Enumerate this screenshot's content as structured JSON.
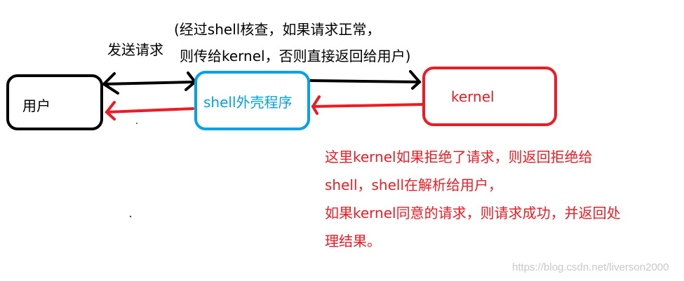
{
  "colors": {
    "black": "#000000",
    "blue": "#00a2e8",
    "red": "#ed1c24",
    "watermark": "#c8c8c8"
  },
  "nodes": {
    "user": {
      "label": "用户"
    },
    "shell": {
      "label": "shell外壳程序"
    },
    "kernel": {
      "label": "kernel"
    }
  },
  "edges": {
    "send_request": {
      "label": "发送请求"
    },
    "shell_check": {
      "line1": "(经过shell核查，如果请求正常，",
      "line2": "则传给kernel，否则直接返回给用户)"
    }
  },
  "annotation": {
    "lines": [
      "这里kernel如果拒绝了请求，则返回拒绝给",
      "shell，shell在解析给用户，",
      "如果kernel同意的请求，则请求成功，并返回处",
      "理结果。"
    ]
  },
  "watermark": "https://blog.csdn.net/liverson2000"
}
